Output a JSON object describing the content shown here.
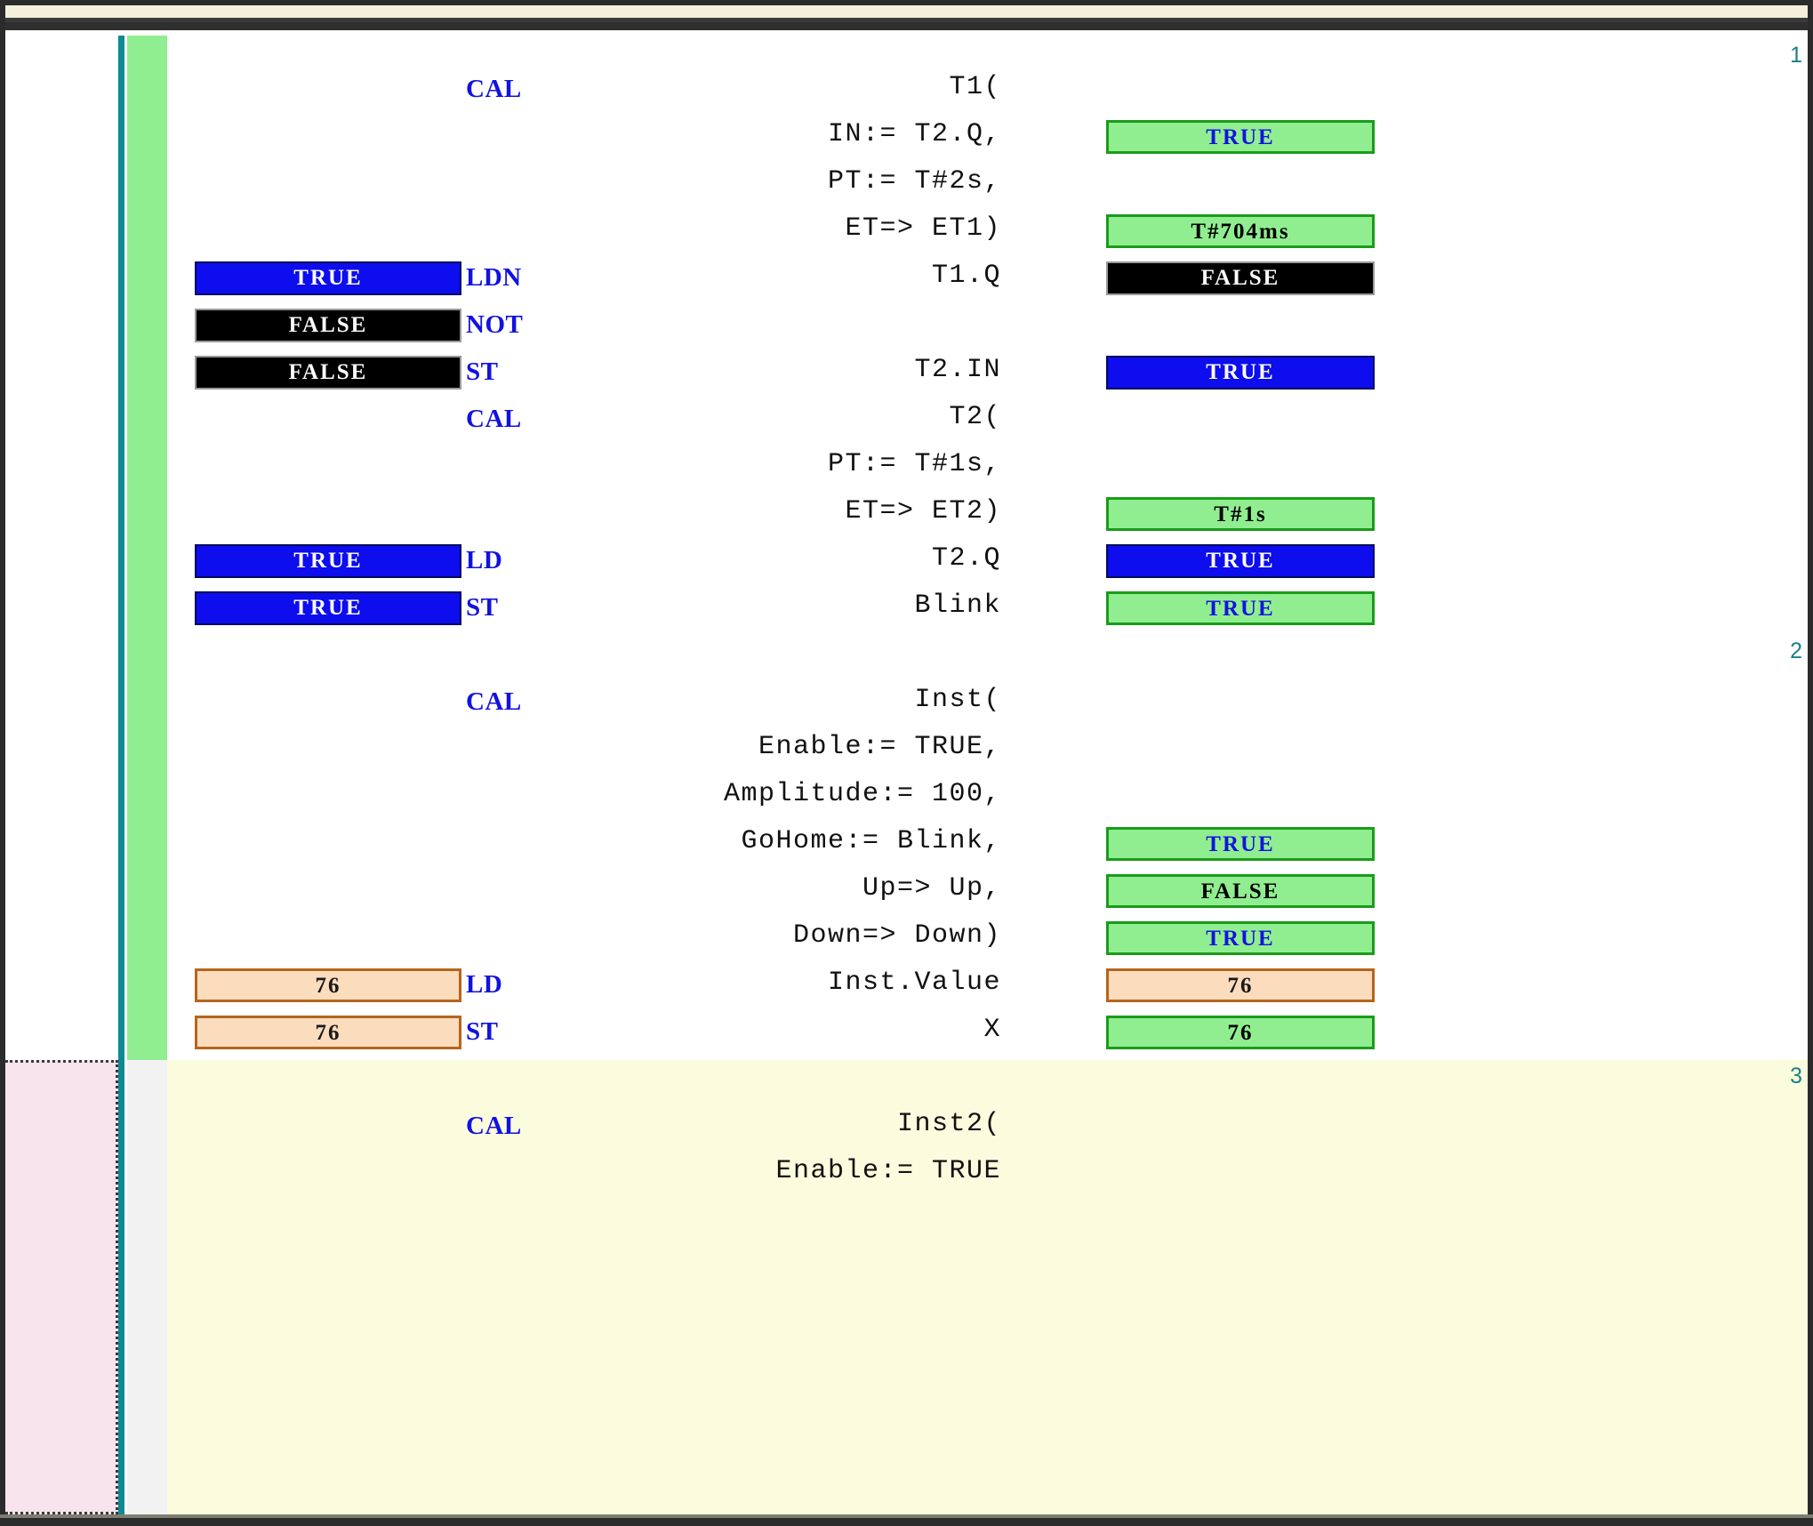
{
  "editor": {
    "type": "iec-61131-3-instruction-list-online-view",
    "colors": {
      "rail": "#0f8a93",
      "status_active": "#90ee90",
      "status_inactive": "#f2f2f2",
      "selected_row_background": "#fbfbdd",
      "selected_gutter_background": "#f7e4ec",
      "true_box": "#0d0dee",
      "false_box": "#000000",
      "value_box_green": "#90ee90",
      "value_box_peach": "#fbdcbd",
      "mnemonic_text": "#1212e0",
      "line_number_text": "#1a7f86"
    },
    "line_numbers": [
      "1",
      "2",
      "3"
    ],
    "rows": [
      {
        "left_value": "",
        "left_style": "",
        "mnemonic": "CAL",
        "operand": "T1(",
        "right_value": "",
        "right_style": ""
      },
      {
        "left_value": "",
        "left_style": "",
        "mnemonic": "",
        "operand": "IN:= T2.Q,",
        "right_value": "TRUE",
        "right_style": "green-blue"
      },
      {
        "left_value": "",
        "left_style": "",
        "mnemonic": "",
        "operand": "PT:= T#2s,",
        "right_value": "",
        "right_style": ""
      },
      {
        "left_value": "",
        "left_style": "",
        "mnemonic": "",
        "operand": "ET=> ET1)",
        "right_value": "T#704ms",
        "right_style": "green"
      },
      {
        "left_value": "TRUE",
        "left_style": "blue",
        "mnemonic": "LDN",
        "operand": "T1.Q",
        "right_value": "FALSE",
        "right_style": "black"
      },
      {
        "left_value": "FALSE",
        "left_style": "black",
        "mnemonic": "NOT",
        "operand": "",
        "right_value": "",
        "right_style": ""
      },
      {
        "left_value": "FALSE",
        "left_style": "black",
        "mnemonic": "ST",
        "operand": "T2.IN",
        "right_value": "TRUE",
        "right_style": "blue"
      },
      {
        "left_value": "",
        "left_style": "",
        "mnemonic": "CAL",
        "operand": "T2(",
        "right_value": "",
        "right_style": ""
      },
      {
        "left_value": "",
        "left_style": "",
        "mnemonic": "",
        "operand": "PT:= T#1s,",
        "right_value": "",
        "right_style": ""
      },
      {
        "left_value": "",
        "left_style": "",
        "mnemonic": "",
        "operand": "ET=> ET2)",
        "right_value": "T#1s",
        "right_style": "green"
      },
      {
        "left_value": "TRUE",
        "left_style": "blue",
        "mnemonic": "LD",
        "operand": "T2.Q",
        "right_value": "TRUE",
        "right_style": "blue"
      },
      {
        "left_value": "TRUE",
        "left_style": "blue",
        "mnemonic": "ST",
        "operand": "Blink",
        "right_value": "TRUE",
        "right_style": "green-blue"
      },
      {
        "left_value": "",
        "left_style": "",
        "mnemonic": "",
        "operand": "",
        "right_value": "",
        "right_style": ""
      },
      {
        "left_value": "",
        "left_style": "",
        "mnemonic": "CAL",
        "operand": "Inst(",
        "right_value": "",
        "right_style": ""
      },
      {
        "left_value": "",
        "left_style": "",
        "mnemonic": "",
        "operand": "Enable:= TRUE,",
        "right_value": "",
        "right_style": ""
      },
      {
        "left_value": "",
        "left_style": "",
        "mnemonic": "",
        "operand": "Amplitude:= 100,",
        "right_value": "",
        "right_style": ""
      },
      {
        "left_value": "",
        "left_style": "",
        "mnemonic": "",
        "operand": "GoHome:= Blink,",
        "right_value": "TRUE",
        "right_style": "green-blue"
      },
      {
        "left_value": "",
        "left_style": "",
        "mnemonic": "",
        "operand": "Up=> Up,",
        "right_value": "FALSE",
        "right_style": "green"
      },
      {
        "left_value": "",
        "left_style": "",
        "mnemonic": "",
        "operand": "Down=> Down)",
        "right_value": "TRUE",
        "right_style": "green-blue"
      },
      {
        "left_value": "76",
        "left_style": "peach",
        "mnemonic": "LD",
        "operand": "Inst.Value",
        "right_value": "76",
        "right_style": "peach"
      },
      {
        "left_value": "76",
        "left_style": "peach",
        "mnemonic": "ST",
        "operand": "X",
        "right_value": "76",
        "right_style": "green"
      }
    ],
    "selected_rows": [
      {
        "left_value": "",
        "left_style": "",
        "mnemonic": "",
        "operand": "",
        "right_value": "",
        "right_style": ""
      },
      {
        "left_value": "",
        "left_style": "",
        "mnemonic": "CAL",
        "operand": "Inst2(",
        "right_value": "",
        "right_style": ""
      },
      {
        "left_value": "",
        "left_style": "",
        "mnemonic": "",
        "operand": "Enable:= TRUE",
        "right_value": "",
        "right_style": ""
      }
    ]
  }
}
